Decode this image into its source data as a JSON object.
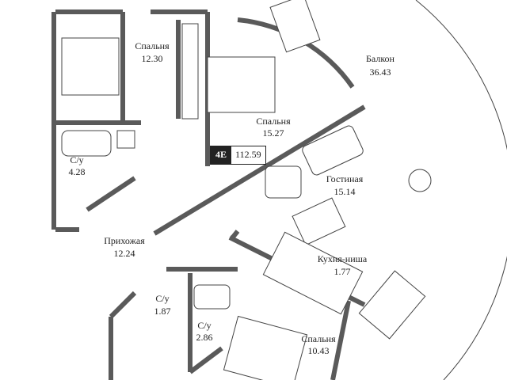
{
  "apartment": {
    "code": "4E",
    "total_area": "112.59"
  },
  "rooms": [
    {
      "name": "Спальня",
      "area": "12.30"
    },
    {
      "name": "Спальня",
      "area": "15.27"
    },
    {
      "name": "Балкон",
      "area": "36.43"
    },
    {
      "name": "С/у",
      "area": "4.28"
    },
    {
      "name": "Гостиная",
      "area": "15.14"
    },
    {
      "name": "Прихожая",
      "area": "12.24"
    },
    {
      "name": "Кухня-ниша",
      "area": "1.77"
    },
    {
      "name": "С/у",
      "area": "1.87"
    },
    {
      "name": "С/у",
      "area": "2.86"
    },
    {
      "name": "Спальня",
      "area": "10.43"
    }
  ],
  "colors": {
    "wall": "#5a5a5a",
    "badge": "#222222"
  }
}
